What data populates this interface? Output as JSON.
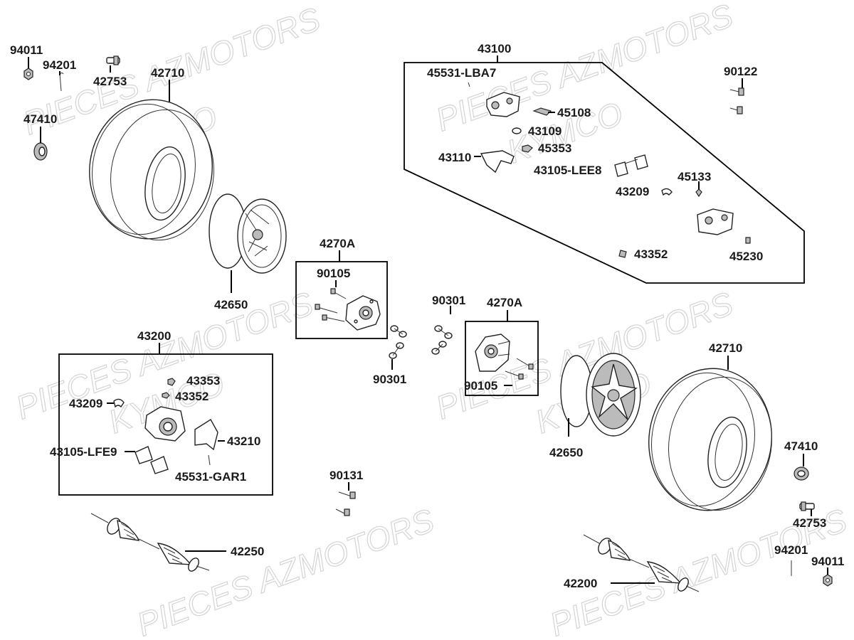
{
  "watermarks": {
    "line1": "PIECES AZMOTORS",
    "line2": "KYMCO"
  },
  "groups": {
    "caliper_right": "43100",
    "caliper_left": "43200",
    "hub_left": "4270A",
    "hub_right": "4270A"
  },
  "labels": {
    "nut_tl": "94011",
    "pin_tl": "94201",
    "valve_tl": "42753",
    "tire_tl": "42710",
    "cap_tl": "47410",
    "rim_l": "42650",
    "bolt_hub_l": "90105",
    "washer_c1": "90301",
    "washer_c2": "90301",
    "bolt_hub_r": "90105",
    "tire_r": "42710",
    "rim_r": "42650",
    "cap_r": "47410",
    "valve_r": "42753",
    "pin_r": "94201",
    "nut_r": "94011",
    "shaft_l": "42250",
    "shaft_r": "42200",
    "bolt_c": "90131",
    "bolt_tr": "90122",
    "r_45531": "45531-LBA7",
    "r_45108": "45108",
    "r_43109": "43109",
    "r_43110": "43110",
    "r_45353": "45353",
    "r_43105": "43105-LEE8",
    "r_45133": "45133",
    "r_43209": "43209",
    "r_43352": "43352",
    "r_45230": "45230",
    "l_43353": "43353",
    "l_43352": "43352",
    "l_43209": "43209",
    "l_43210": "43210",
    "l_43105": "43105-LFE9",
    "l_45531": "45531-GAR1"
  }
}
